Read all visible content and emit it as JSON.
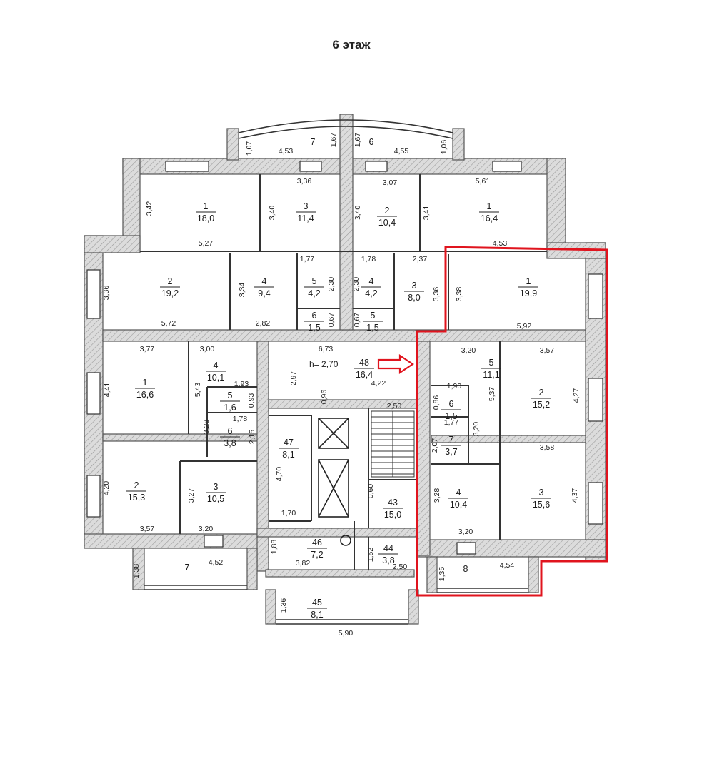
{
  "title": "6 этаж",
  "ceiling_height": "h= 2,70",
  "colors": {
    "wall_fill": "#d8d8d8",
    "wall_line": "#555555",
    "highlight": "#e0141e"
  },
  "rooms": [
    {
      "id": "b7",
      "num": "7",
      "area": ""
    },
    {
      "id": "b6",
      "num": "6",
      "area": ""
    },
    {
      "id": "r1a",
      "num": "1",
      "area": "18,0"
    },
    {
      "id": "r3a",
      "num": "3",
      "area": "11,4"
    },
    {
      "id": "r2a",
      "num": "2",
      "area": "10,4"
    },
    {
      "id": "r1b",
      "num": "1",
      "area": "16,4"
    },
    {
      "id": "r2b",
      "num": "2",
      "area": "19,2"
    },
    {
      "id": "r4a",
      "num": "4",
      "area": "9,4"
    },
    {
      "id": "r5a",
      "num": "5",
      "area": "4,2"
    },
    {
      "id": "r4b",
      "num": "4",
      "area": "4,2"
    },
    {
      "id": "r3b",
      "num": "3",
      "area": "8,0"
    },
    {
      "id": "r6a",
      "num": "6",
      "area": "1,5"
    },
    {
      "id": "r5b",
      "num": "5",
      "area": "1,5"
    },
    {
      "id": "r1c",
      "num": "1",
      "area": "19,9"
    },
    {
      "id": "r1d",
      "num": "1",
      "area": "16,6"
    },
    {
      "id": "r4c",
      "num": "4",
      "area": "10,1"
    },
    {
      "id": "r5c",
      "num": "5",
      "area": "1,6"
    },
    {
      "id": "r6b",
      "num": "6",
      "area": "3,8"
    },
    {
      "id": "r2c",
      "num": "2",
      "area": "15,3"
    },
    {
      "id": "r3c",
      "num": "3",
      "area": "10,5"
    },
    {
      "id": "r48",
      "num": "48",
      "area": "16,4"
    },
    {
      "id": "r47",
      "num": "47",
      "area": "8,1"
    },
    {
      "id": "r43",
      "num": "43",
      "area": "15,0"
    },
    {
      "id": "r46",
      "num": "46",
      "area": "7,2"
    },
    {
      "id": "r44",
      "num": "44",
      "area": "3,8"
    },
    {
      "id": "r45",
      "num": "45",
      "area": "8,1"
    },
    {
      "id": "r5d",
      "num": "5",
      "area": "11,1"
    },
    {
      "id": "r6c",
      "num": "6",
      "area": "1,5"
    },
    {
      "id": "r7a",
      "num": "7",
      "area": "3,7"
    },
    {
      "id": "r2d",
      "num": "2",
      "area": "15,2"
    },
    {
      "id": "r4d",
      "num": "4",
      "area": "10,4"
    },
    {
      "id": "r3d",
      "num": "3",
      "area": "15,6"
    },
    {
      "id": "b7l",
      "num": "7",
      "area": ""
    },
    {
      "id": "b8",
      "num": "8",
      "area": ""
    }
  ],
  "dimensions": [
    "1,07",
    "4,53",
    "1,67",
    "1,67",
    "4,55",
    "1,06",
    "3,36",
    "3,07",
    "5,61",
    "3,42",
    "3,40",
    "3,40",
    "3,41",
    "5,27",
    "4,53",
    "1,77",
    "1,78",
    "2,37",
    "3,36",
    "3,34",
    "2,30",
    "2,30",
    "3,36",
    "3,38",
    "0,67",
    "0,67",
    "5,72",
    "2,82",
    "6,73",
    "5,92",
    "3,77",
    "3,00",
    "3,20",
    "3,57",
    "4,41",
    "5,43",
    "1,93",
    "0,93",
    "1,78",
    "2,97",
    "0,96",
    "4,22",
    "1,90",
    "0,86",
    "5,37",
    "4,27",
    "3,28",
    "2,15",
    "2,50",
    "1,77",
    "3,20",
    "2,07",
    "3,58",
    "4,70",
    "0,60",
    "4,20",
    "3,27",
    "3,28",
    "4,37",
    "3,57",
    "3,20",
    "1,70",
    "3,20",
    "1,88",
    "1,52",
    "1,38",
    "4,52",
    "3,82",
    "2,50",
    "1,35",
    "4,54",
    "1,36",
    "5,90"
  ]
}
